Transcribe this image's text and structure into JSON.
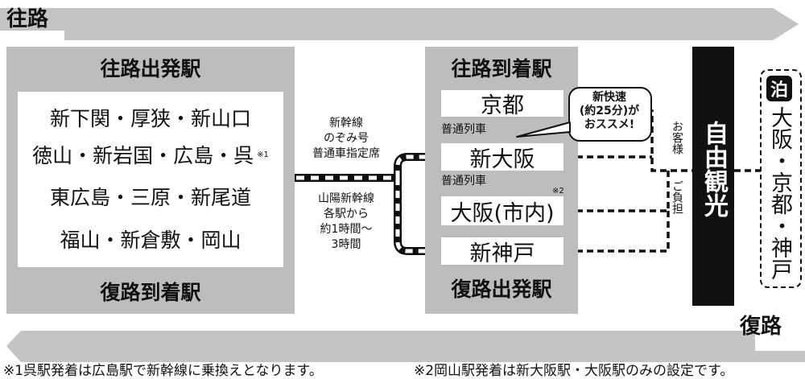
{
  "outbound_label": "往路",
  "return_label": "復路",
  "departure_panel": {
    "top_title": "往路出発駅",
    "bottom_title": "復路到着駅",
    "stations": [
      {
        "text": "新下関・厚狭・新山口",
        "mark": ""
      },
      {
        "text": "徳山・新岩国・広島・呉",
        "mark": "※1"
      },
      {
        "text": "東広島・三原・新尾道",
        "mark": ""
      },
      {
        "text": "福山・新倉敷・岡山",
        "mark": ""
      }
    ]
  },
  "route_info": {
    "above": [
      "新幹線",
      "のぞみ号",
      "普通車指定席"
    ],
    "below": [
      "山陽新幹線",
      "各駅から",
      "約1時間〜",
      "3時間"
    ]
  },
  "arrival_panel": {
    "top_title": "往路到着駅",
    "bottom_title": "復路出発駅",
    "stations": [
      "京都",
      "新大阪",
      "大阪(市内)",
      "新神戸"
    ],
    "osaka_mark": "※2",
    "local_train_label": "普通列車"
  },
  "callout": [
    "新快速",
    "(約25分)が",
    "おススメ!"
  ],
  "customer_pays": {
    "col1": "お客様",
    "col2": "ご負担"
  },
  "free_sightseeing": "自由観光",
  "stay": {
    "badge": "泊",
    "cities": "大阪・京都・神戸"
  },
  "footnotes": {
    "n1": "※1呉駅発着は広島駅で新幹線に乗換えとなります。",
    "n2": "※2岡山駅発着は新大阪駅・大阪駅のみの設定です。"
  },
  "colors": {
    "panel_gray": "#bdbdbd",
    "band_gray": "#c4c4c4",
    "black": "#111111"
  }
}
